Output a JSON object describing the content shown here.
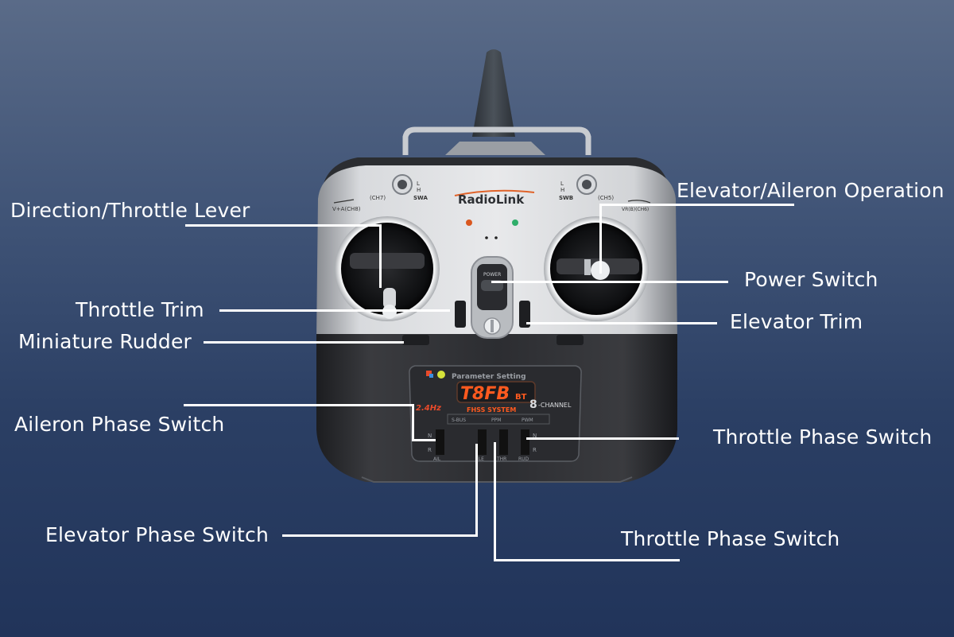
{
  "colors": {
    "background_top": "#5a6b88",
    "background_bottom": "#21345a",
    "label_text": "#ffffff",
    "display_orange": "#ff5a1f",
    "led_red": "#d9571f",
    "led_green": "#2fae6a",
    "body_silver": "#c9ccd1",
    "body_dark": "#2a2b2e"
  },
  "transmitter": {
    "brand": "RadioLink",
    "model": "T8FB",
    "model_suffix": "BT",
    "system": "FHSS SYSTEM",
    "channels_number": "8",
    "channels_label": "-CHANNEL",
    "panel_header": "Parameter Setting",
    "band_logo": "2.4Hz",
    "power_label": "POWER",
    "top_left_labels": {
      "switch": "SWA",
      "switch_pos_top": "L",
      "switch_pos_bottom": "H",
      "dial": "(CH7)",
      "lever": "V+A(CH8)",
      "lever_low": "L",
      "lever_high": "H"
    },
    "top_right_labels": {
      "switch": "SWB",
      "switch_pos_top": "L",
      "switch_pos_bottom": "H",
      "dial": "(CH5)",
      "lever": "VR(B)(CH6)"
    },
    "output_modes": [
      "S-BUS",
      "PPM",
      "PWM"
    ],
    "phase_switches": [
      "AIL",
      "ELE",
      "THR",
      "RUD"
    ],
    "phase_marks": {
      "normal": "N",
      "reverse": "R"
    }
  },
  "callouts": [
    {
      "id": "direction-throttle-lever",
      "label": "Direction/Throttle Lever"
    },
    {
      "id": "throttle-trim",
      "label": "Throttle Trim"
    },
    {
      "id": "miniature-rudder",
      "label": "Miniature Rudder"
    },
    {
      "id": "aileron-phase-switch",
      "label": "Aileron Phase Switch"
    },
    {
      "id": "elevator-phase-switch",
      "label": "Elevator Phase Switch"
    },
    {
      "id": "elevator-aileron-operation",
      "label": "Elevator/Aileron Operation"
    },
    {
      "id": "power-switch",
      "label": "Power Switch"
    },
    {
      "id": "elevator-trim",
      "label": "Elevator Trim"
    },
    {
      "id": "throttle-phase-switch-right",
      "label": "Throttle Phase Switch"
    },
    {
      "id": "throttle-phase-switch-bottom",
      "label": "Throttle Phase Switch"
    }
  ]
}
